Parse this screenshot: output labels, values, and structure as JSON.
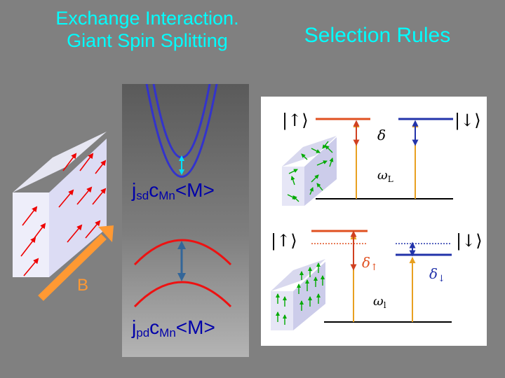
{
  "titles": {
    "left_line1": "Exchange Interaction.",
    "left_line2": "Giant Spin Splitting",
    "right": "Selection Rules"
  },
  "labels": {
    "b_field": "B",
    "sd": {
      "j": "j",
      "j_sub": "sd",
      "c": "c",
      "c_sub": "Mn",
      "m": "<M>"
    },
    "pd": {
      "j": "j",
      "j_sub": "pd",
      "c": "c",
      "c_sub": "Mn",
      "m": "<M>"
    }
  },
  "top_diagram": {
    "ket_up": "|↑⟩",
    "ket_down": "|↓⟩",
    "delta": "δ",
    "omega": "ω",
    "omega_sub": "L"
  },
  "bottom_diagram": {
    "ket_up": "|↑⟩",
    "ket_down": "|↓⟩",
    "delta_up": "δ",
    "delta_up_sub": "↑",
    "delta_down": "δ",
    "delta_down_sub": "↓",
    "omega": "ω",
    "omega_sub": "l"
  },
  "colors": {
    "background": "#808080",
    "title": "#00ffff",
    "formula": "#0000aa",
    "conduction_band": "#3333cc",
    "valence_band": "#ee1111",
    "b_arrow": "#ff9933",
    "level_up": "#e05020",
    "level_down": "#2233aa",
    "transition": "#e8a020",
    "spin_arrow_green": "#00aa00",
    "spin_arrow_red": "#ee0000"
  }
}
